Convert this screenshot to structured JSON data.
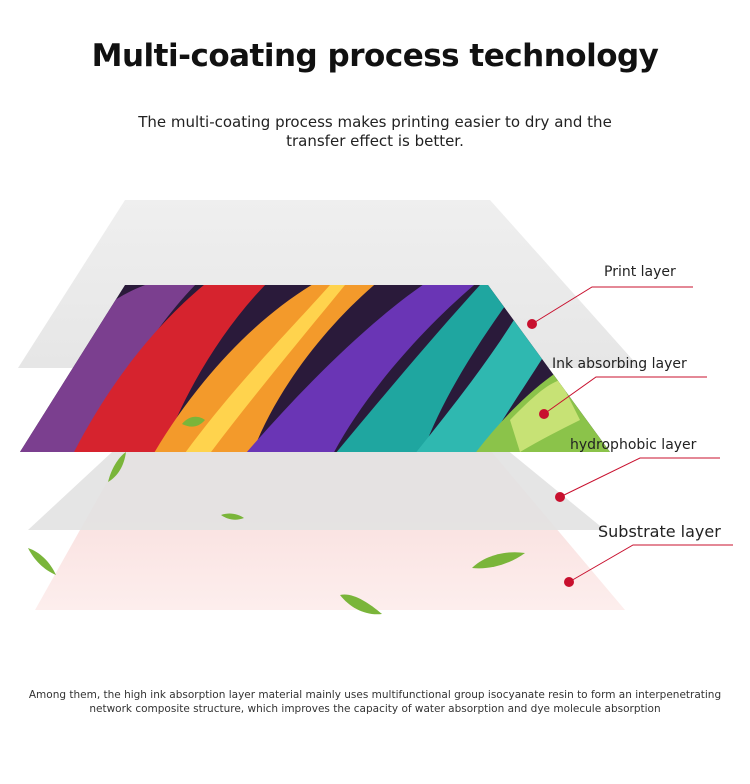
{
  "title": "Multi-coating process technology",
  "subtitle": "The multi-coating process makes printing easier to dry and the transfer effect is better.",
  "labels": {
    "print": "Print layer",
    "ink": "Ink absorbing layer",
    "hydrophobic": "hydrophobic layer",
    "substrate": "Substrate layer"
  },
  "footnote": "Among them, the high ink absorption layer material mainly uses multifunctional group isocyanate resin to form an interpenetrating network composite structure, which improves the capacity of water absorption and dye molecule absorption",
  "colors": {
    "accent": "#c8102e",
    "top_layer": "#ececec",
    "grey_layer": "#e3e3e3",
    "substrate_layer": "#fbe7e6"
  }
}
